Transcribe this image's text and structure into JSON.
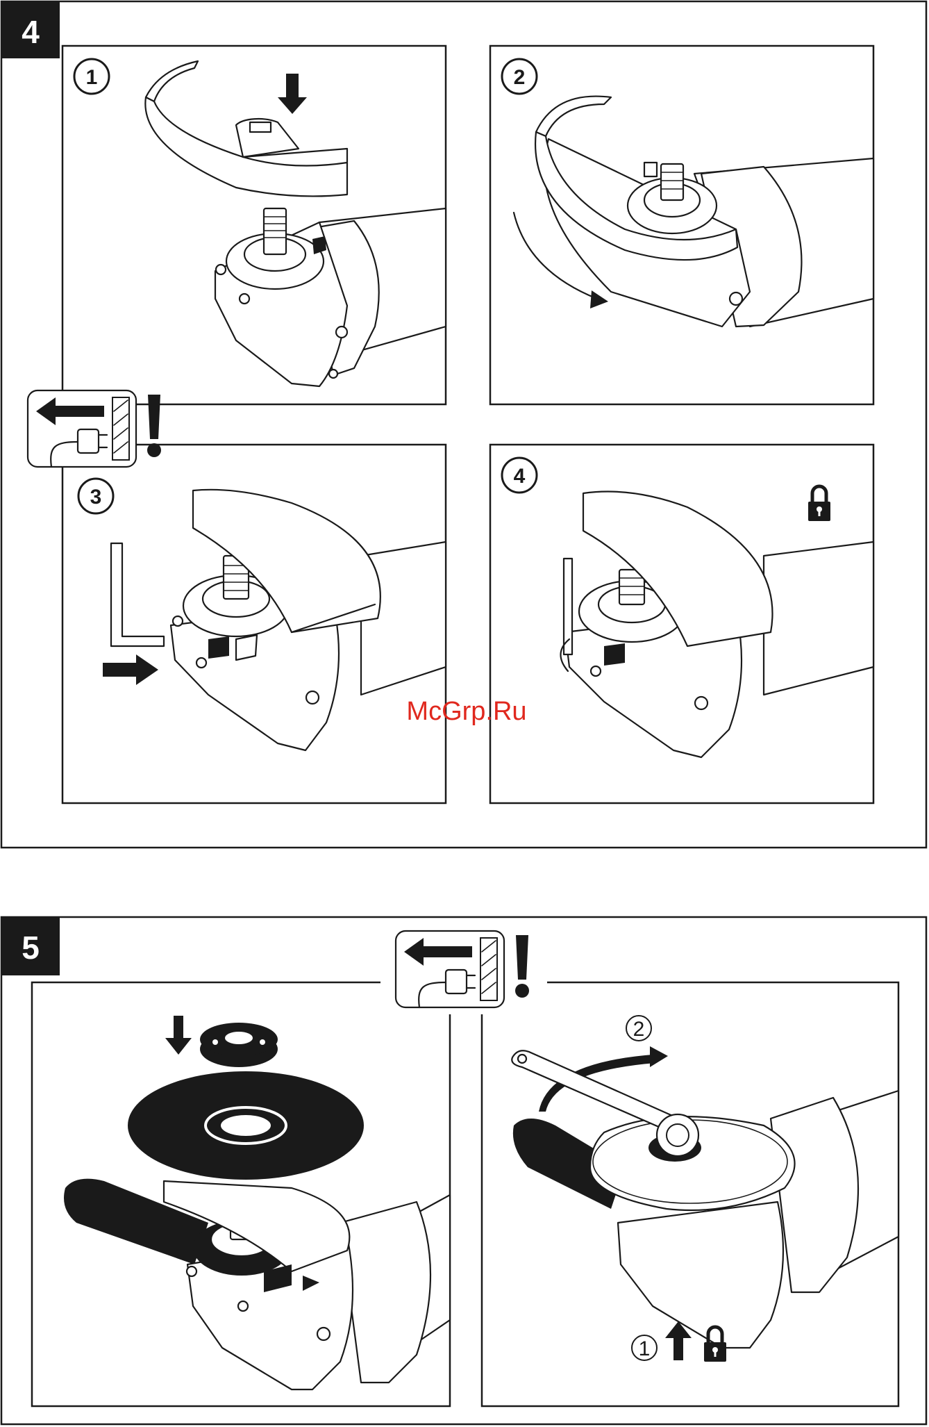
{
  "section4": {
    "number": "4",
    "steps": [
      {
        "number": "1"
      },
      {
        "number": "2"
      },
      {
        "number": "3"
      },
      {
        "number": "4"
      }
    ],
    "icons": [
      "unplug-warning-icon",
      "exclamation-icon",
      "padlock-icon",
      "down-arrow-icon",
      "push-arrow-icon",
      "rotate-arrow-icon",
      "hex-key-icon"
    ]
  },
  "section5": {
    "number": "5",
    "callouts": [
      {
        "number": "1"
      },
      {
        "number": "2"
      }
    ],
    "icons": [
      "unplug-warning-icon",
      "exclamation-icon",
      "padlock-icon",
      "up-arrow-icon",
      "down-arrow-icon",
      "rotate-arrow-icon",
      "spanner-icon"
    ]
  },
  "watermark": "McGrp.Ru",
  "colors": {
    "ink": "#1a1a1a",
    "watermark": "#e0281e"
  }
}
